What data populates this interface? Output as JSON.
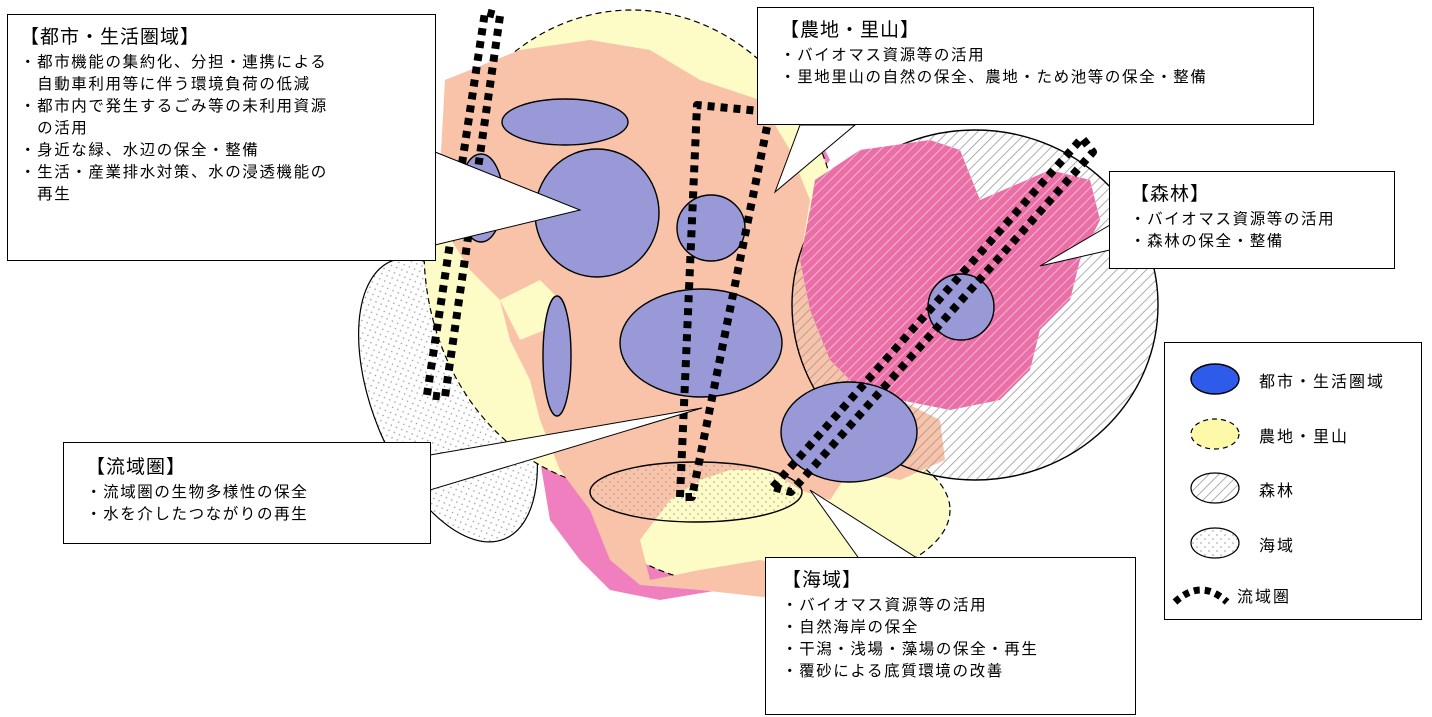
{
  "callouts": {
    "urban": {
      "title": "【都市・生活圏域】",
      "items": [
        "・都市機能の集約化、分担・連携による",
        "　自動車利用等に伴う環境負荷の低減",
        "・都市内で発生するごみ等の未利用資源",
        "　の活用",
        "・身近な緑、水辺の保全・整備",
        "・生活・産業排水対策、水の浸透機能の",
        "　再生"
      ]
    },
    "farm": {
      "title": "【農地・里山】",
      "items": [
        "・バイオマス資源等の活用",
        "・里地里山の自然の保全、農地・ため池等の保全・整備"
      ]
    },
    "forest": {
      "title": "【森林】",
      "items": [
        "・バイオマス資源等の活用",
        "・森林の保全・整備"
      ]
    },
    "basin": {
      "title": "【流域圏】",
      "items": [
        "・流域圏の生物多様性の保全",
        "・水を介したつながりの再生"
      ]
    },
    "sea": {
      "title": "【海域】",
      "items": [
        "・バイオマス資源等の活用",
        "・自然海岸の保全",
        "・干潟・浅場・藻場の保全・再生",
        "・覆砂による底質環境の改善"
      ]
    }
  },
  "legend": {
    "items": [
      {
        "label": "都市・生活圏域",
        "icon": "blue-ellipse-icon",
        "color": "#2f5bea"
      },
      {
        "label": "農地・里山",
        "icon": "yellow-dashed-ellipse-icon",
        "color": "#fdf9a8"
      },
      {
        "label": "森林",
        "icon": "hatched-ellipse-icon",
        "color": "#bfbfbf"
      },
      {
        "label": "海域",
        "icon": "dotted-ellipse-icon",
        "color": "#ffffff"
      },
      {
        "label": "流域圏",
        "icon": "thick-dotted-line-icon",
        "color": "#000000"
      }
    ]
  },
  "colors": {
    "land": "#f8c3a9",
    "farm_zone": "#fdfbc6",
    "forest_zone": "#f17fb0",
    "urban_zone": "#9a99d8",
    "coast_pink": "#f07fbf"
  }
}
